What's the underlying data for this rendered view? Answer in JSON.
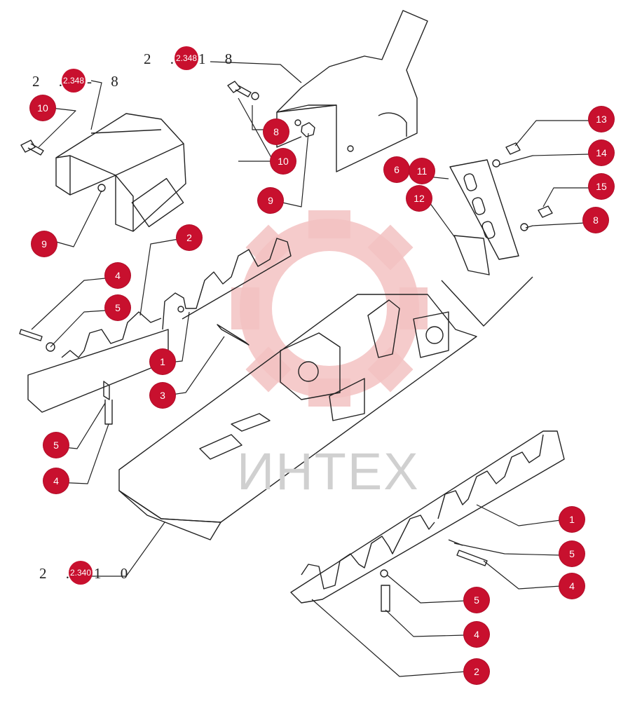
{
  "diagram": {
    "watermark_text": "ИНТЕХ",
    "references": [
      {
        "id": "ref-top-center",
        "prefix": "2 .",
        "bubble": "2.348",
        "suffix": "1 8"
      },
      {
        "id": "ref-top-left",
        "prefix": "2 .",
        "bubble": "2.348",
        "suffix": "- 8"
      },
      {
        "id": "ref-bottom",
        "prefix": "2 .",
        "bubble": "2.340",
        "suffix": "1 0"
      }
    ],
    "callouts": [
      {
        "label": "10"
      },
      {
        "label": "9"
      },
      {
        "label": "8"
      },
      {
        "label": "10"
      },
      {
        "label": "9"
      },
      {
        "label": "6"
      },
      {
        "label": "11"
      },
      {
        "label": "12"
      },
      {
        "label": "13"
      },
      {
        "label": "14"
      },
      {
        "label": "15"
      },
      {
        "label": "8"
      },
      {
        "label": "2"
      },
      {
        "label": "4"
      },
      {
        "label": "5"
      },
      {
        "label": "1"
      },
      {
        "label": "3"
      },
      {
        "label": "5"
      },
      {
        "label": "4"
      },
      {
        "label": "1"
      },
      {
        "label": "5"
      },
      {
        "label": "4"
      },
      {
        "label": "5"
      },
      {
        "label": "4"
      },
      {
        "label": "2"
      }
    ]
  },
  "colors": {
    "callout": "#c8102e",
    "line": "#222222",
    "watermark": "#f2b8b8"
  }
}
